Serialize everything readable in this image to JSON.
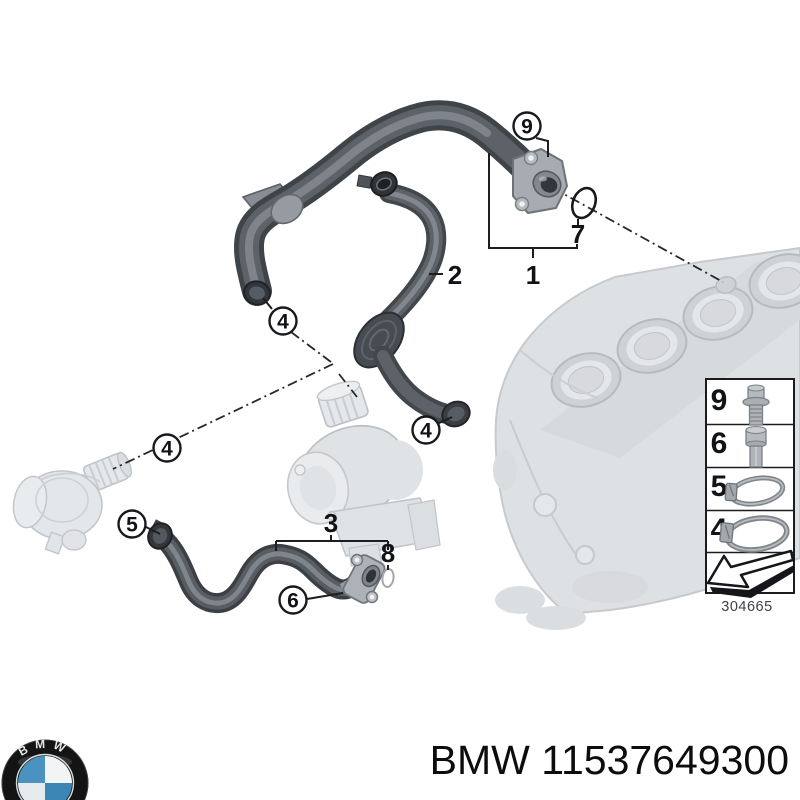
{
  "diagram": {
    "number": "304665",
    "callouts": {
      "pipe_1": "1",
      "hose_2": "2",
      "hose_3": "3",
      "clamp_4": "4",
      "clamp_5": "5",
      "bolt_6": "6",
      "oring_7": "7",
      "oring_8": "8",
      "bolt_9": "9"
    },
    "legend": {
      "items": [
        {
          "label": "9",
          "icon": "flange-bolt-icon"
        },
        {
          "label": "6",
          "icon": "hex-bolt-icon"
        },
        {
          "label": "5",
          "icon": "hose-clamp-small-icon"
        },
        {
          "label": "4",
          "icon": "hose-clamp-large-icon"
        },
        {
          "label": "",
          "icon": "direction-arrow-icon"
        }
      ]
    },
    "colors": {
      "hose_dark": "#42474c",
      "ghost_fill": "#dde0e3",
      "line": "#1b1d20"
    }
  },
  "branding": {
    "logo_text": "BMW",
    "title": "BMW 11537649300",
    "logo_colors": {
      "ring": "#141414",
      "blue": "#4a93c0",
      "white": "#f2f4f6"
    }
  }
}
